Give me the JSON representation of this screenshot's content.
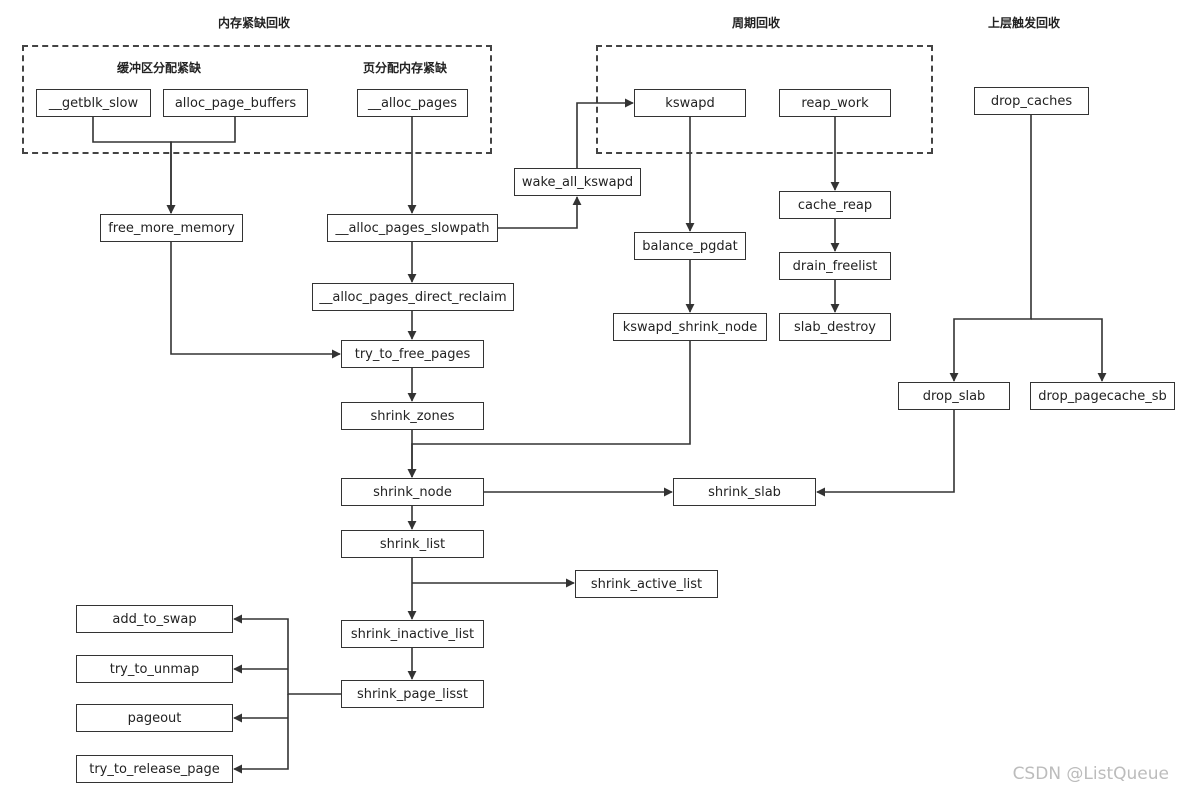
{
  "sections": {
    "memory_pressure": "内存紧缺回收",
    "periodic": "周期回收",
    "upper_layer": "上层触发回收"
  },
  "subgroups": {
    "buffer_pressure": "缓冲区分配紧缺",
    "page_alloc_pressure": "页分配内存紧缺"
  },
  "nodes": {
    "getblk_slow": "__getblk_slow",
    "alloc_page_buffers": "alloc_page_buffers",
    "alloc_pages": "__alloc_pages",
    "kswapd": "kswapd",
    "reap_work": "reap_work",
    "drop_caches": "drop_caches",
    "wake_all_kswapd": "wake_all_kswapd",
    "free_more_memory": "free_more_memory",
    "alloc_pages_slowpath": "__alloc_pages_slowpath",
    "cache_reap": "cache_reap",
    "balance_pgdat": "balance_pgdat",
    "drain_freelist": "drain_freelist",
    "alloc_pages_direct_reclaim": "__alloc_pages_direct_reclaim",
    "kswapd_shrink_node": "kswapd_shrink_node",
    "slab_destroy": "slab_destroy",
    "try_to_free_pages": "try_to_free_pages",
    "drop_slab": "drop_slab",
    "drop_pagecache_sb": "drop_pagecache_sb",
    "shrink_zones": "shrink_zones",
    "shrink_node": "shrink_node",
    "shrink_slab": "shrink_slab",
    "shrink_list": "shrink_list",
    "shrink_active_list": "shrink_active_list",
    "shrink_inactive_list": "shrink_inactive_list",
    "shrink_page_lisst": "shrink_page_lisst",
    "add_to_swap": "add_to_swap",
    "try_to_unmap": "try_to_unmap",
    "pageout": "pageout",
    "try_to_release_page": "try_to_release_page"
  },
  "edges": [
    {
      "from": "getblk_slow",
      "to": "free_more_memory"
    },
    {
      "from": "alloc_page_buffers",
      "to": "free_more_memory"
    },
    {
      "from": "alloc_pages",
      "to": "alloc_pages_slowpath"
    },
    {
      "from": "alloc_pages_slowpath",
      "to": "wake_all_kswapd"
    },
    {
      "from": "wake_all_kswapd",
      "to": "kswapd"
    },
    {
      "from": "kswapd",
      "to": "balance_pgdat"
    },
    {
      "from": "balance_pgdat",
      "to": "kswapd_shrink_node"
    },
    {
      "from": "reap_work",
      "to": "cache_reap"
    },
    {
      "from": "cache_reap",
      "to": "drain_freelist"
    },
    {
      "from": "drain_freelist",
      "to": "slab_destroy"
    },
    {
      "from": "alloc_pages_slowpath",
      "to": "alloc_pages_direct_reclaim"
    },
    {
      "from": "alloc_pages_direct_reclaim",
      "to": "try_to_free_pages"
    },
    {
      "from": "free_more_memory",
      "to": "try_to_free_pages"
    },
    {
      "from": "try_to_free_pages",
      "to": "shrink_zones"
    },
    {
      "from": "shrink_zones",
      "to": "shrink_node"
    },
    {
      "from": "kswapd_shrink_node",
      "to": "shrink_node"
    },
    {
      "from": "drop_caches",
      "to": "drop_slab"
    },
    {
      "from": "drop_caches",
      "to": "drop_pagecache_sb"
    },
    {
      "from": "shrink_node",
      "to": "shrink_slab"
    },
    {
      "from": "drop_slab",
      "to": "shrink_slab"
    },
    {
      "from": "shrink_node",
      "to": "shrink_list"
    },
    {
      "from": "shrink_list",
      "to": "shrink_active_list"
    },
    {
      "from": "shrink_list",
      "to": "shrink_inactive_list"
    },
    {
      "from": "shrink_inactive_list",
      "to": "shrink_page_lisst"
    },
    {
      "from": "shrink_page_lisst",
      "to": "add_to_swap"
    },
    {
      "from": "shrink_page_lisst",
      "to": "try_to_unmap"
    },
    {
      "from": "shrink_page_lisst",
      "to": "pageout"
    },
    {
      "from": "shrink_page_lisst",
      "to": "try_to_release_page"
    }
  ],
  "watermark": "CSDN @ListQueue",
  "colors": {
    "line": "#333333",
    "box_border": "#333333",
    "dashed_border": "#444444",
    "watermark": "#bcbcbc"
  }
}
